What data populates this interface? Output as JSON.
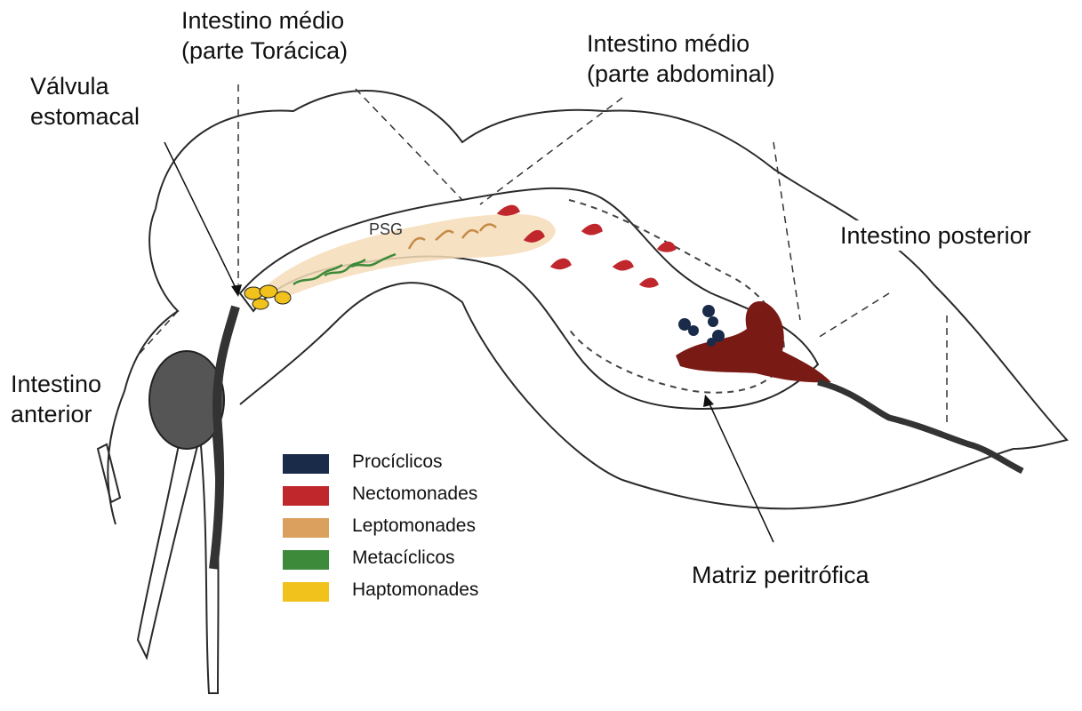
{
  "labels": {
    "midgut_thoracic": "Intestino médio\n(parte Torácica)",
    "midgut_abdominal": "Intestino médio\n(parte abdominal)",
    "stomodeal_valve": "Válvula\nestomacal",
    "hindgut": "Intestino posterior",
    "foregut": "Intestino\nanterior",
    "peritrophic_matrix": "Matriz peritrófica",
    "psg": "PSG"
  },
  "legend": [
    {
      "label": "Procíclicos",
      "color": "#1a2b4a"
    },
    {
      "label": "Nectomonades",
      "color": "#c0272d"
    },
    {
      "label": "Leptomonades",
      "color": "#dba05e"
    },
    {
      "label": "Metacíclicos",
      "color": "#3c8a3a"
    },
    {
      "label": "Haptomonades",
      "color": "#f2c21c"
    }
  ],
  "colors": {
    "outline": "#2a2a2a",
    "psg_fill": "#f6dcb8",
    "blood_meal": "#7a1a14"
  }
}
